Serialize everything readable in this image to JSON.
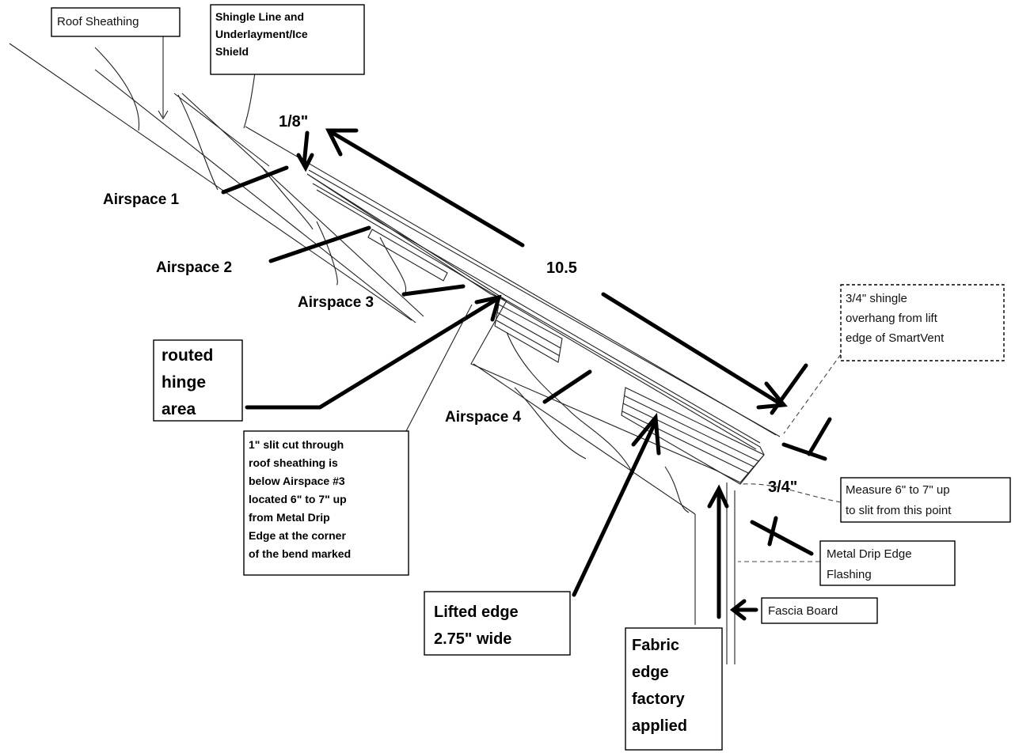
{
  "labels": {
    "roof_sheathing": "Roof Sheathing",
    "shingle_line": [
      "Shingle Line and",
      "Underlayment/Ice",
      "Shield"
    ],
    "eighth": "1/8\"",
    "ten_five": "10.5",
    "airspace1": "Airspace 1",
    "airspace2": "Airspace 2",
    "airspace3": "Airspace 3",
    "airspace4": "Airspace 4",
    "routed_hinge": [
      "routed",
      "hinge",
      "area"
    ],
    "slit_note": [
      "1\" slit cut through",
      "roof sheathing is",
      "below Airspace #3",
      "located 6\" to 7\" up",
      "from Metal Drip",
      "Edge at the corner",
      "of the bend marked"
    ],
    "overhang_note": [
      "3/4\" shingle",
      "overhang from lift",
      "edge of SmartVent"
    ],
    "three_quarter": "3/4\"",
    "measure_note": [
      "Measure 6\" to 7\" up",
      "to slit from this point"
    ],
    "metal_drip": [
      "Metal Drip Edge",
      "Flashing"
    ],
    "fascia": "Fascia Board",
    "lifted_edge": [
      "Lifted edge",
      "2.75\" wide"
    ],
    "fabric_edge": [
      "Fabric",
      "edge",
      "factory",
      "applied"
    ]
  },
  "colors": {
    "ink": "#000000",
    "paper": "#ffffff"
  }
}
